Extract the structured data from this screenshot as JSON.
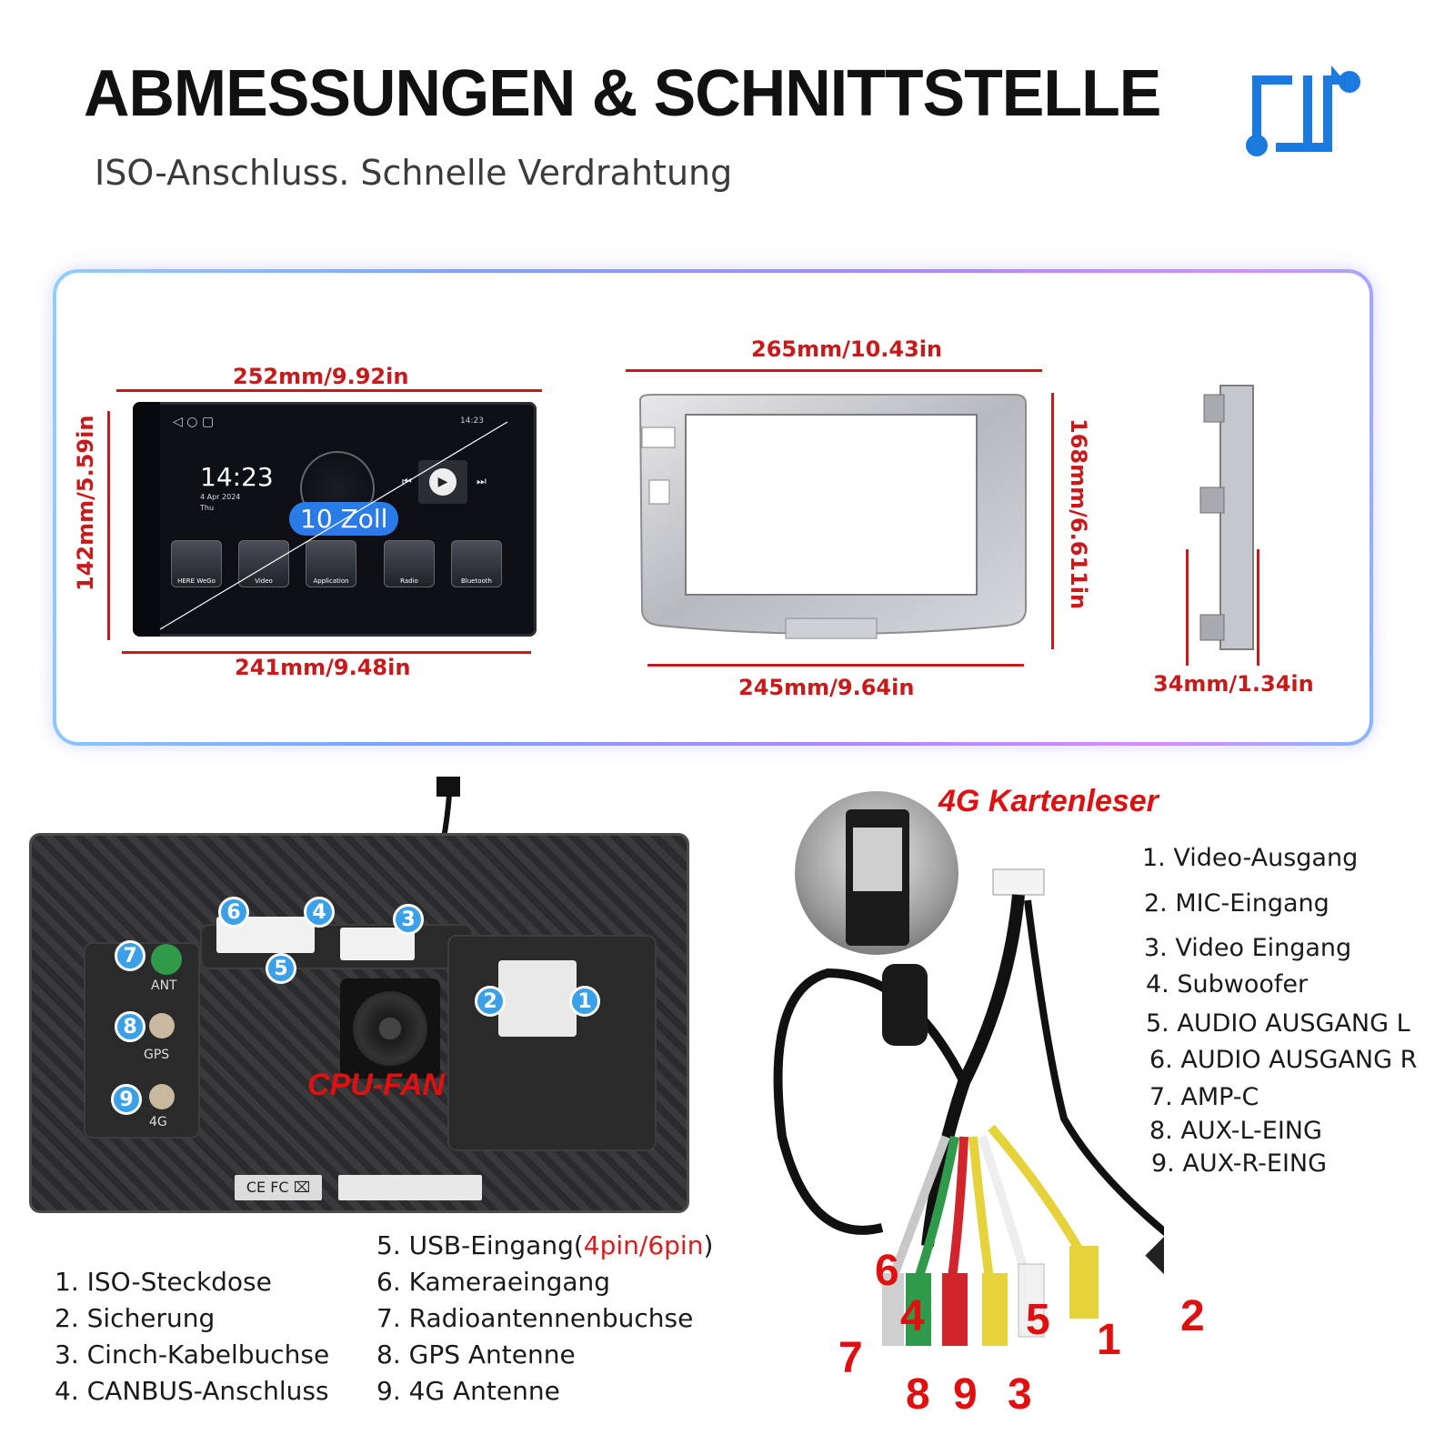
{
  "header": {
    "title": "ABMESSUNGEN & SCHNITTSTELLE",
    "subtitle": "ISO-Anschluss. Schnelle Verdrahtung"
  },
  "dimensions": {
    "screen_top": "252mm/9.92in",
    "screen_left": "142mm/5.59in",
    "screen_bottom": "241mm/9.48in",
    "frame_top": "265mm/10.43in",
    "frame_right": "168mm/6.611in",
    "frame_bottom": "245mm/9.64in",
    "depth": "34mm/1.34in"
  },
  "screen": {
    "time": "14:23",
    "date": "4 Apr 2024",
    "day": "Thu",
    "status_time": "14:23",
    "badge": "10 Zoll",
    "apps": [
      "HERE WeGo",
      "Video",
      "Application",
      "Radio",
      "Bluetooth"
    ]
  },
  "back": {
    "ports": [
      "ANT",
      "GPS",
      "4G"
    ],
    "fan_label": "CPU-FAN",
    "badges": [
      "1",
      "2",
      "3",
      "4",
      "5",
      "6",
      "7",
      "8",
      "9"
    ]
  },
  "left_list": {
    "items": [
      "1. ISO-Steckdose",
      "2. Sicherung",
      "3. Cinch-Kabelbuchse",
      "4. CANBUS-Anschluss"
    ]
  },
  "middle_list": {
    "item5_prefix": "5. USB-Eingang(",
    "item5_red": "4pin/6pin",
    "item5_suffix": ")",
    "items": [
      "6. Kameraeingang",
      "7. Radioantennenbuchse",
      "8. GPS Antenne",
      "9. 4G Antenne"
    ]
  },
  "cable": {
    "card_reader": "4G Kartenleser",
    "items": [
      "1. Video-Ausgang",
      "2. MIC-Eingang",
      "3. Video Eingang",
      "4. Subwoofer",
      "5. AUDIO AUSGANG L",
      "6. AUDIO AUSGANG R",
      "7. AMP-C",
      "8. AUX-L-EING",
      "9. AUX-R-EING"
    ],
    "numbers": [
      "6",
      "4",
      "5",
      "1",
      "2",
      "7",
      "8",
      "9",
      "3"
    ]
  },
  "colors": {
    "accent_red": "#e01010",
    "dim_red": "#c81a1a",
    "badge_blue": "#3aa0ea",
    "logo_blue": "#1a7ae0"
  }
}
